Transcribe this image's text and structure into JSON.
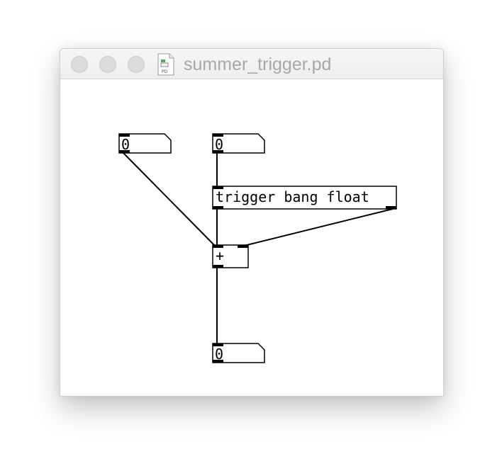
{
  "window": {
    "title": "summer_trigger.pd",
    "file_icon": "pd-file-icon",
    "file_icon_label": "PD"
  },
  "patch": {
    "number_left": {
      "value": "0"
    },
    "number_right": {
      "value": "0"
    },
    "trigger": {
      "text": "trigger bang float"
    },
    "plus": {
      "text": "+"
    },
    "number_out": {
      "value": "0"
    }
  }
}
